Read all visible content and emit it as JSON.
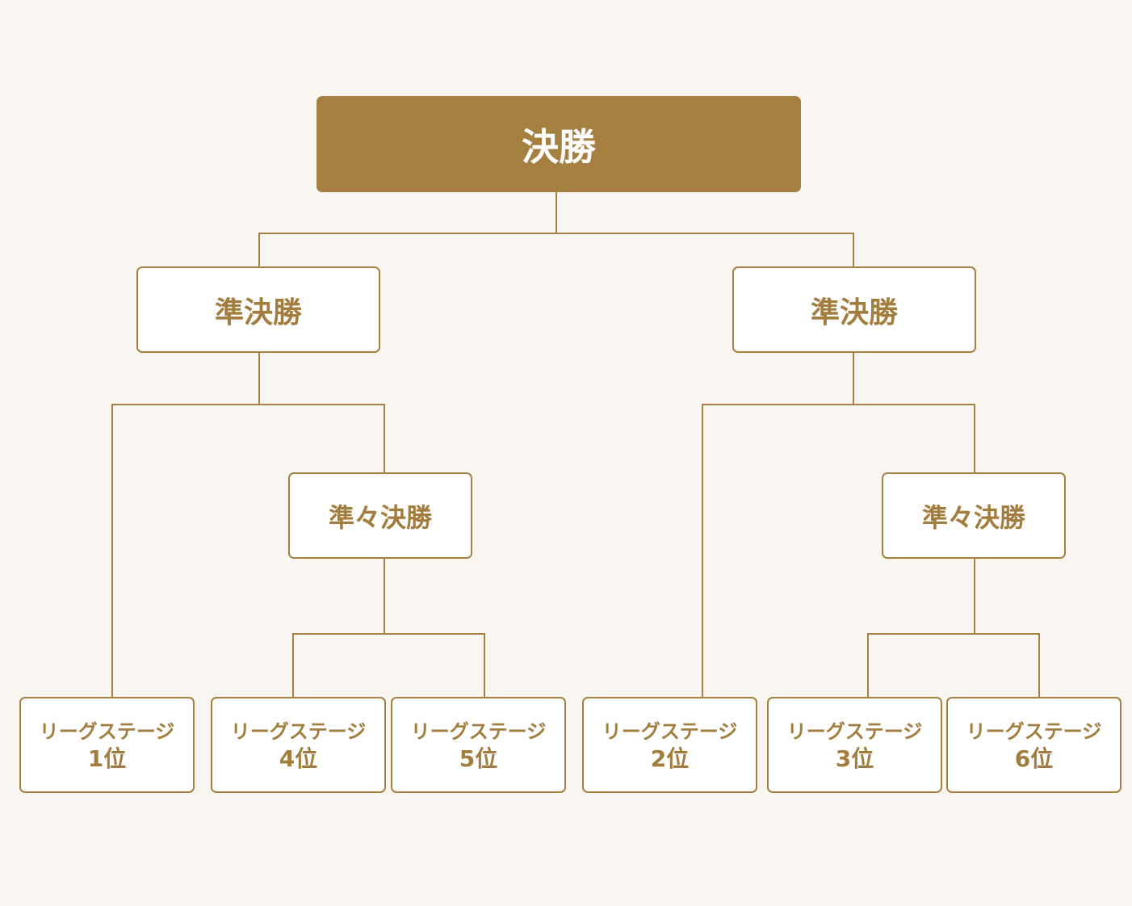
{
  "colors": {
    "background": "#f9f6f2",
    "accent": "#a58040",
    "node_fill": "#ffffff"
  },
  "bracket": {
    "final": {
      "label": "決勝"
    },
    "semifinals": [
      {
        "label": "準決勝"
      },
      {
        "label": "準決勝"
      }
    ],
    "quarterfinals": [
      {
        "label": "準々決勝"
      },
      {
        "label": "準々決勝"
      }
    ],
    "seeds": [
      {
        "stage": "リーグステージ",
        "rank": "1位"
      },
      {
        "stage": "リーグステージ",
        "rank": "4位"
      },
      {
        "stage": "リーグステージ",
        "rank": "5位"
      },
      {
        "stage": "リーグステージ",
        "rank": "2位"
      },
      {
        "stage": "リーグステージ",
        "rank": "3位"
      },
      {
        "stage": "リーグステージ",
        "rank": "6位"
      }
    ]
  }
}
